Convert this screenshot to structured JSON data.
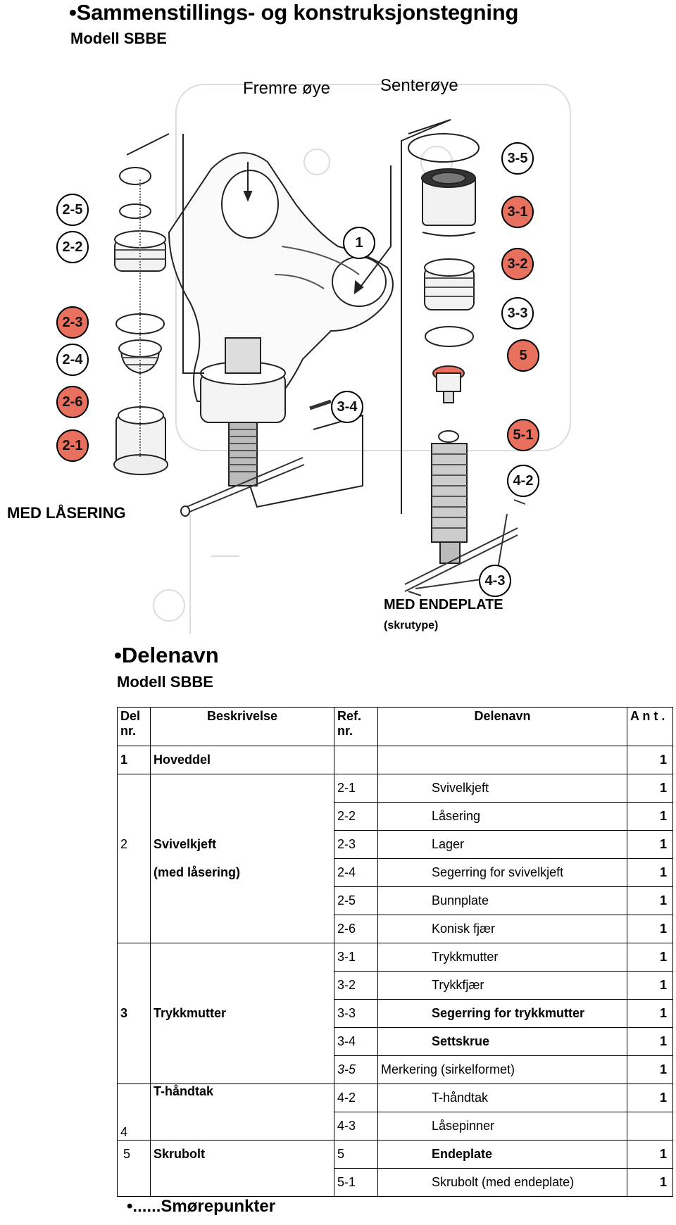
{
  "header": {
    "title": "•Sammenstillings- og konstruksjonstegning",
    "subtitle": "Modell SBBE"
  },
  "diagram": {
    "labels": {
      "front_eye": "Fremre øye",
      "center_eye": "Senterøye",
      "with_lock_ring": "MED LÅSERING",
      "with_end_plate": "MED ENDEPLATE",
      "screw_type": "(skrutype)"
    },
    "callouts": [
      {
        "id": "2-5",
        "highlighted": false
      },
      {
        "id": "2-2",
        "highlighted": false
      },
      {
        "id": "2-3",
        "highlighted": true
      },
      {
        "id": "2-4",
        "highlighted": false
      },
      {
        "id": "2-6",
        "highlighted": true
      },
      {
        "id": "2-1",
        "highlighted": true
      },
      {
        "id": "1",
        "highlighted": false
      },
      {
        "id": "3-4",
        "highlighted": false
      },
      {
        "id": "3-5",
        "highlighted": false
      },
      {
        "id": "3-1",
        "highlighted": true
      },
      {
        "id": "3-2",
        "highlighted": true
      },
      {
        "id": "3-3",
        "highlighted": false
      },
      {
        "id": "5",
        "highlighted": true
      },
      {
        "id": "5-1",
        "highlighted": true
      },
      {
        "id": "4-2",
        "highlighted": false
      },
      {
        "id": "4-3",
        "highlighted": false
      }
    ],
    "highlight_color": "#e8705e"
  },
  "section2": {
    "title": "•Delenavn",
    "subtitle": "Modell SBBE"
  },
  "table": {
    "headers": {
      "del_nr": "Del nr.",
      "beskrivelse": "Beskrivelse",
      "ref_nr": "Ref. nr.",
      "delenavn": "Delenavn",
      "ant": "A n t ."
    },
    "rows": [
      {
        "del": "1",
        "desc": "Hoveddel",
        "ref": "",
        "name": "",
        "qty": "1"
      },
      {
        "del": "",
        "desc": "",
        "ref": "2-1",
        "name": "Svivelkjeft",
        "qty": "1"
      },
      {
        "del": "",
        "desc": "",
        "ref": "2-2",
        "name": "Låsering",
        "qty": "1"
      },
      {
        "del": "2",
        "desc": "Svivelkjeft",
        "ref": "2-3",
        "name": "Lager",
        "qty": "1"
      },
      {
        "del": "",
        "desc": "(med låsering)",
        "ref": "2-4",
        "name": "Segerring for svivelkjeft",
        "qty": "1"
      },
      {
        "del": "",
        "desc": "",
        "ref": "2-5",
        "name": "Bunnplate",
        "qty": "1"
      },
      {
        "del": "",
        "desc": "",
        "ref": "2-6",
        "name": "Konisk fjær",
        "qty": "1"
      },
      {
        "del": "",
        "desc": "",
        "ref": "3-1",
        "name": "Trykkmutter",
        "qty": "1"
      },
      {
        "del": "",
        "desc": "",
        "ref": "3-2",
        "name": "Trykkfjær",
        "qty": "1"
      },
      {
        "del": "3",
        "desc": "Trykkmutter",
        "ref": "3-3",
        "name": "Segerring for trykkmutter",
        "qty": "1"
      },
      {
        "del": "",
        "desc": "",
        "ref": "3-4",
        "name": "Settskrue",
        "qty": "1"
      },
      {
        "del": "",
        "desc": "",
        "ref": "3-5",
        "name": "Merkering (sirkelformet)",
        "qty": "1"
      },
      {
        "del": "",
        "desc": "T-håndtak",
        "ref": "4-2",
        "name": "T-håndtak",
        "qty": "1"
      },
      {
        "del": "4",
        "desc": "",
        "ref": "4-3",
        "name": "Låsepinner",
        "qty": ""
      },
      {
        "del": "5",
        "desc": "Skrubolt",
        "ref": "5",
        "name": "Endeplate",
        "qty": "1"
      },
      {
        "del": "",
        "desc": "",
        "ref": "5-1",
        "name": "Skrubolt (med endeplate)",
        "qty": "1"
      }
    ]
  },
  "footer": {
    "text": "•......Smørepunkter"
  }
}
